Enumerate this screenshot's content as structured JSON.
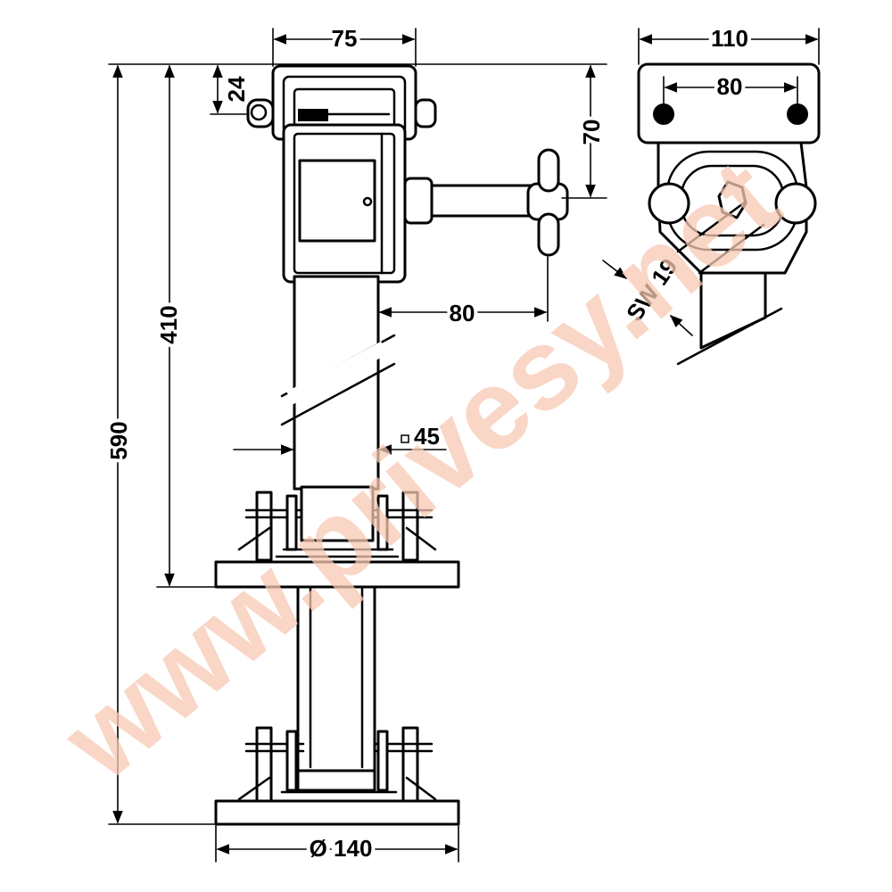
{
  "dimensions": {
    "top_width": "75",
    "clamp_height": "24",
    "flange_width": "110",
    "hole_spacing": "80",
    "crank_height": "70",
    "crank_offset": "80",
    "wrench_size": "SW 19",
    "tube_section": "45",
    "retracted_height": "410",
    "total_height": "590",
    "foot_diameter": "Ø 140"
  },
  "watermark": "www.privesy.net",
  "colors": {
    "line": "#000000",
    "watermark": "#f7c9b3",
    "background": "#ffffff"
  }
}
